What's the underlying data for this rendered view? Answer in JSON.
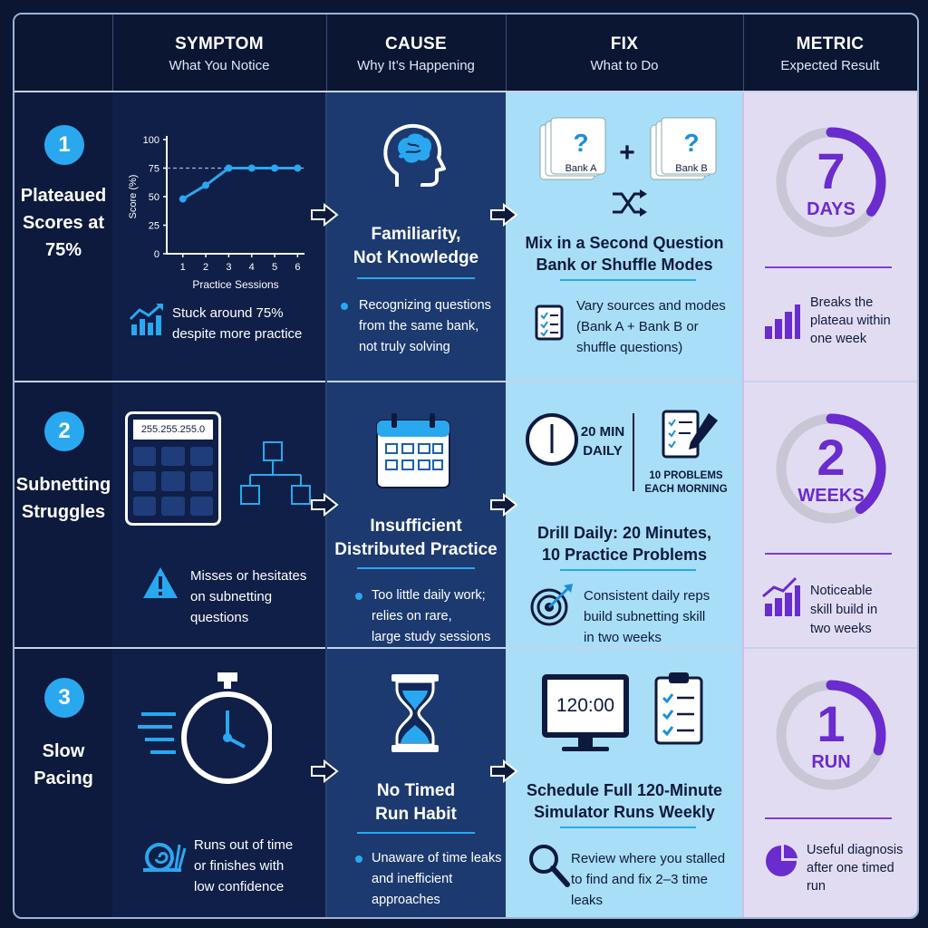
{
  "headers": [
    {
      "title": "SYMPTOM",
      "subtitle": "What You Notice"
    },
    {
      "title": "CAUSE",
      "subtitle": "Why It’s Happening"
    },
    {
      "title": "FIX",
      "subtitle": "What to Do"
    },
    {
      "title": "METRIC",
      "subtitle": "Expected Result"
    }
  ],
  "rows": [
    {
      "number": "1",
      "symptom_title_l1": "Plateaued",
      "symptom_title_l2": "Scores at",
      "symptom_title_l3": "75%",
      "symptom_note_l1": "Stuck around 75%",
      "symptom_note_l2": "despite more practice",
      "cause_title_l1": "Familiarity,",
      "cause_title_l2": "Not Knowledge",
      "cause_note_l1": "Recognizing questions",
      "cause_note_l2": "from the same bank,",
      "cause_note_l3": "not truly solving",
      "fix_card_a": "Bank A",
      "fix_card_b": "Bank B",
      "fix_plus": "+",
      "fix_card_q": "?",
      "fix_title_l1": "Mix in a Second Question",
      "fix_title_l2": "Bank or Shuffle Modes",
      "fix_note_l1": "Vary sources and modes",
      "fix_note_l2": "(Bank A + Bank B or",
      "fix_note_l3": "shuffle questions)",
      "metric_number": "7",
      "metric_unit": "DAYS",
      "metric_progress": 0.35,
      "metric_note_l1": "Breaks the",
      "metric_note_l2": "plateau within",
      "metric_note_l3": "one week"
    },
    {
      "number": "2",
      "symptom_title_l1": "Subnetting",
      "symptom_title_l2": "Struggles",
      "calculator_display": "255.255.255.0",
      "symptom_note_l1": "Misses or hesitates",
      "symptom_note_l2": "on subnetting",
      "symptom_note_l3": "questions",
      "cause_title_l1": "Insufficient",
      "cause_title_l2": "Distributed Practice",
      "cause_note_l1": "Too little daily work;",
      "cause_note_l2": "relies on rare,",
      "cause_note_l3": "large study sessions",
      "fix_min_l1": "20 MIN",
      "fix_min_l2": "DAILY",
      "fix_prob_l1": "10 PROBLEMS",
      "fix_prob_l2": "EACH MORNING",
      "fix_title_l1": "Drill Daily: 20 Minutes,",
      "fix_title_l2": "10 Practice Problems",
      "fix_note_l1": "Consistent daily reps",
      "fix_note_l2": "build subnetting skill",
      "fix_note_l3": "in two weeks",
      "metric_number": "2",
      "metric_unit": "WEEKS",
      "metric_progress": 0.4,
      "metric_note_l1": "Noticeable",
      "metric_note_l2": "skill build in",
      "metric_note_l3": "two weeks"
    },
    {
      "number": "3",
      "symptom_title_l1": "Slow",
      "symptom_title_l2": "Pacing",
      "symptom_note_l1": "Runs out of time",
      "symptom_note_l2": "or finishes with",
      "symptom_note_l3": "low confidence",
      "cause_title_l1": "No Timed",
      "cause_title_l2": "Run Habit",
      "cause_note_l1": "Unaware of time leaks",
      "cause_note_l2": "and inefficient",
      "cause_note_l3": "approaches",
      "fix_screen": "120:00",
      "fix_title_l1": "Schedule Full 120-Minute",
      "fix_title_l2": "Simulator Runs Weekly",
      "fix_note_l1": "Review where you stalled",
      "fix_note_l2": "to find and fix 2–3 time",
      "fix_note_l3": "leaks",
      "metric_number": "1",
      "metric_unit": "RUN",
      "metric_progress": 0.3,
      "metric_note_l1": "Useful diagnosis",
      "metric_note_l2": "after one timed",
      "metric_note_l3": "run"
    }
  ],
  "chart_data": {
    "type": "line",
    "x": [
      1,
      2,
      3,
      4,
      5,
      6
    ],
    "values": [
      48,
      60,
      75,
      75,
      75,
      75
    ],
    "xlabel": "Practice Sessions",
    "ylabel": "Score (%)",
    "ylim": [
      0,
      100
    ],
    "yticks": [
      0,
      25,
      50,
      75,
      100
    ],
    "reference_line": 75,
    "grid": false
  },
  "colors": {
    "navy": "#0d1a3d",
    "cause_blue": "#1c3a70",
    "fix_light_blue": "#a9def8",
    "metric_lavender": "#e2dcf3",
    "accent_blue": "#29a8f0",
    "accent_purple": "#6a2bcf"
  }
}
